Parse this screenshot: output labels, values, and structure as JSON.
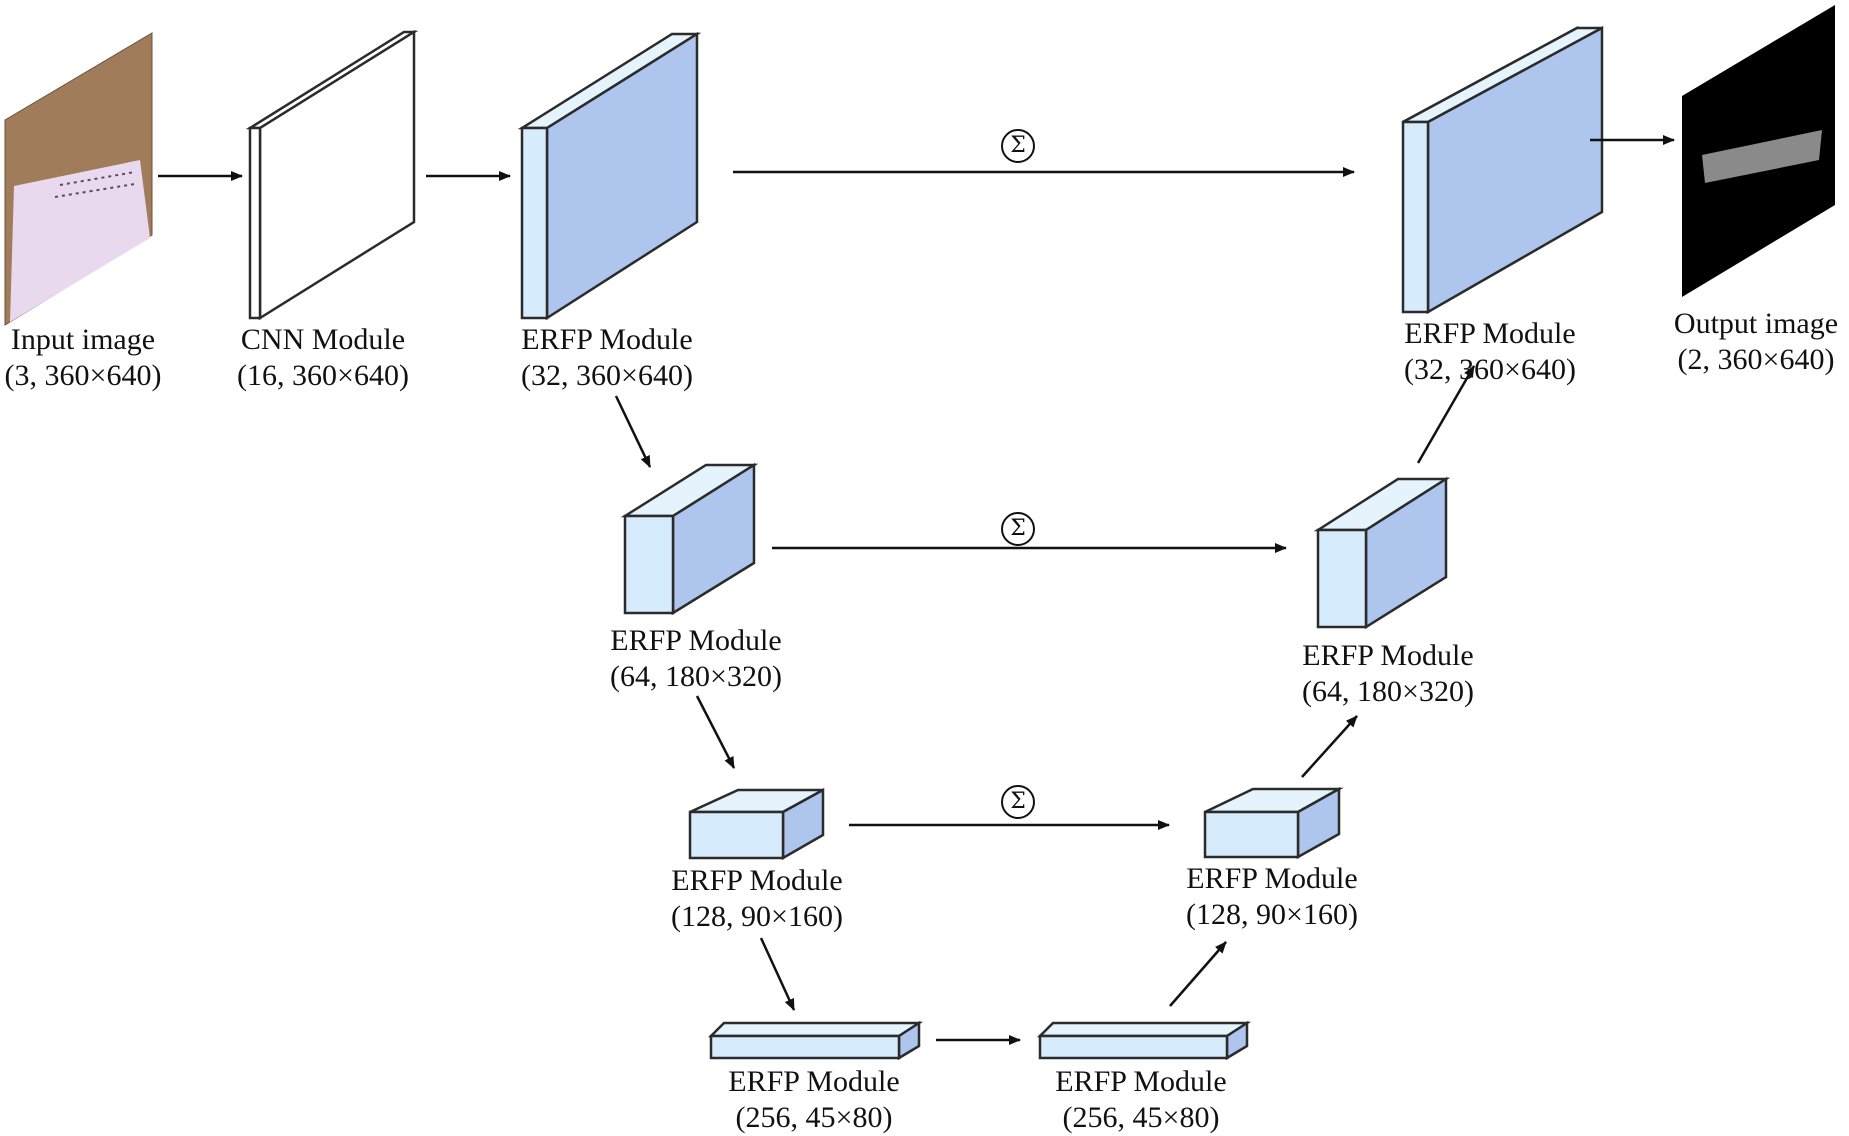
{
  "nodes": {
    "input": {
      "title": "Input image",
      "shape": "(3, 360×640)"
    },
    "cnn": {
      "title": "CNN Module",
      "shape": "(16, 360×640)"
    },
    "enc1": {
      "title": "ERFP Module",
      "shape": "(32, 360×640)"
    },
    "enc2": {
      "title": "ERFP Module",
      "shape": "(64, 180×320)"
    },
    "enc3": {
      "title": "ERFP Module",
      "shape": "(128, 90×160)"
    },
    "bott1": {
      "title": "ERFP Module",
      "shape": "(256, 45×80)"
    },
    "bott2": {
      "title": "ERFP Module",
      "shape": "(256, 45×80)"
    },
    "dec3": {
      "title": "ERFP Module",
      "shape": "(128, 90×160)"
    },
    "dec2": {
      "title": "ERFP Module",
      "shape": "(64, 180×320)"
    },
    "dec1": {
      "title": "ERFP Module",
      "shape": "(32, 360×640)"
    },
    "output": {
      "title": "Output image",
      "shape": "(2, 360×640)"
    }
  },
  "skip_symbol": "Σ",
  "colors": {
    "block_front": "#d6ebfb",
    "block_side": "#aec5ee",
    "block_top": "#e4f3fc",
    "stroke": "#2b2b2b",
    "input_bg": "#a07c5b",
    "input_paper": "#e9d9ef",
    "output_bg": "#000000",
    "output_mask": "#8a8a8a"
  }
}
